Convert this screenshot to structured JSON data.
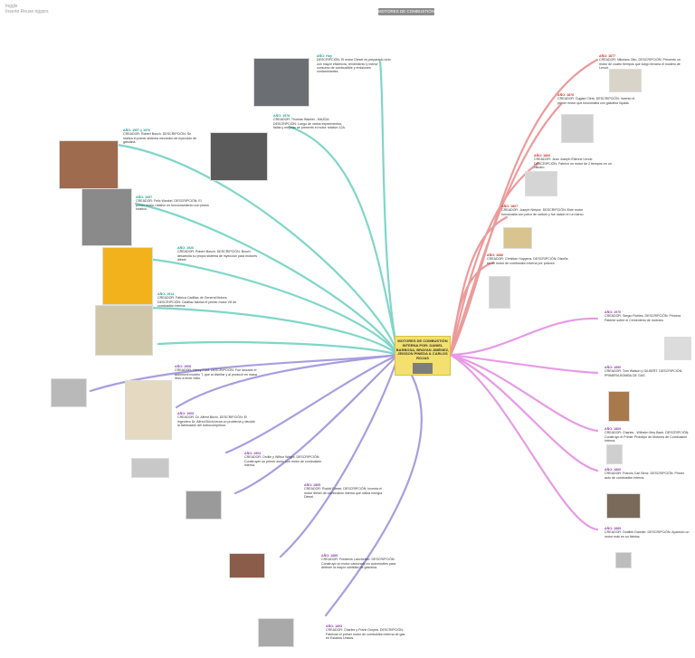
{
  "header": {
    "line1": "Inggls",
    "line2": "Inserte Reuse nggsrs"
  },
  "top_button": "MOTORES DE COMBUSTIÓN",
  "center": {
    "title": "MOTORES DE COMBUSTIÓN INTERNA POR: DANIEL BARBOSA, BRAYAN JIMÉNEZ, JEISSON PINEDA & CARLOS ROJAS"
  },
  "left_nodes": [
    {
      "year": "AÑO: Hoy",
      "text": "DESCRIPCIÓN: El motor Diesel es preparado ciclo con mayor eficiencia, rendimiento y menor consumo de combustible y emisiones contaminantes."
    },
    {
      "year": "AÑO: 1978",
      "text": "CREADOR: Thomas Wankel - MAZDA. DESCRIPCIÓN: Luego de varios experimentos, fallas y mejoras se presentó el motor rotativo 12A."
    },
    {
      "year": "AÑO: 1957 y 1976",
      "text": "CREADOR: Robert Bosch. DESCRIPCIÓN: Se realiza el primer sistema mecánico de inyección de gasolina."
    },
    {
      "year": "AÑO: 1957",
      "text": "CREADOR: Felix Wankel. DESCRIPCIÓN: El primer motor rotativo en funcionamiento con pistón rotativo."
    },
    {
      "year": "AÑO: 1926",
      "text": "CREADOR: Robert Bosch. DESCRIPCIÓN: Bosch desarrolla su propio sistema de inyección para motores diésel."
    },
    {
      "year": "AÑO: 1914",
      "text": "CREADOR: Fábrica Cadillac de General Motors. DESCRIPCIÓN: Cadillac fabrica el primer motor V8 de combustión interna."
    },
    {
      "year": "AÑO: 1908",
      "text": "CREADOR: Henry Ford. DESCRIPCIÓN: Fue lanzado el automóvil modelo T, que al diseñar y al producir en masa llevo a tener éxito."
    },
    {
      "year": "AÑO: 1905",
      "text": "CREADOR: Dr. Alfred Büchi. DESCRIPCIÓN: El ingeniero Dr. Alfred Büchi tenía un problema y decidió la fabricación del turbocompresor."
    },
    {
      "year": "AÑO: 1903",
      "text": "CREADOR: Orville y Wilbur Wright. DESCRIPCIÓN: Construyen su primer avión con motor de combustión interna."
    },
    {
      "year": "AÑO: 1895",
      "text": "CREADOR: Rudolf Diesel. DESCRIPCIÓN: Inventa el motor diésel de combustión interna que utiliza energía Diesel."
    },
    {
      "year": "AÑO: 1885",
      "text": "CREADOR: Frederick Lanchester. DESCRIPCIÓN: Construyó un motor carburado en automóviles para detener la mayor cantidad de gasolina."
    },
    {
      "year": "AÑO: 1893",
      "text": "CREADOR: Charles y Frank Duryea. DESCRIPCIÓN: Fabrican el primer motor de combustión interna de gas en Estados Unidos."
    }
  ],
  "right_nodes": [
    {
      "year": "AÑO: 1877",
      "text": "CREADOR: Nikolaus Otto. DESCRIPCIÓN: Presentó un motor de cuatro tiempos que luego llevaría el modelo de Lenoir."
    },
    {
      "year": "AÑO: 1876",
      "text": "CREADOR: Dugald Clerk. DESCRIPCIÓN: Inventó el primer motor que funcionaba con gasolina liquida."
    },
    {
      "year": "AÑO: 1860",
      "text": "CREADOR: Jean Joseph Étienne Lenoir. DESCRIPCIÓN: Fabricó un motor de 2 tiempos en un cilindro."
    },
    {
      "year": "AÑO: 1807",
      "text": "CREADOR: Joseph Niépce. DESCRIPCIÓN: Este motor funcionaba con polvo de carbón y fue usado en un barco."
    },
    {
      "year": "AÑO: 1680",
      "text": "CREADOR: Christian Huygens. DESCRIPCIÓN: Diseña en un motor de combustión interna por pólvora."
    },
    {
      "year": "AÑO: 1970",
      "text": "CREADOR: Sergio Robles. DESCRIPCIÓN: Primera Patente sobre el Cementerio de motores."
    },
    {
      "year": "AÑO: 1890",
      "text": "CREADOR: Tom Walson y GILBERT. DESCRIPCIÓN: PRIMERA BOMBA DE GAS."
    },
    {
      "year": "AÑO: 1869",
      "text": "CREADOR: Charles - Wilhelm Mey Bach. DESCRIPCIÓN: Construyó el Primer Prototipo de Motores de Combustión Interna."
    },
    {
      "year": "AÑO: 1800",
      "text": "CREADOR: Francis Carl Benz. DESCRIPCIÓN: Primer auto de combustión interna."
    },
    {
      "year": "AÑO: 1889",
      "text": "CREADOR: Gottlieb Daimler. DESCRIPCIÓN: Apareció un motor más en su fábrica."
    }
  ]
}
